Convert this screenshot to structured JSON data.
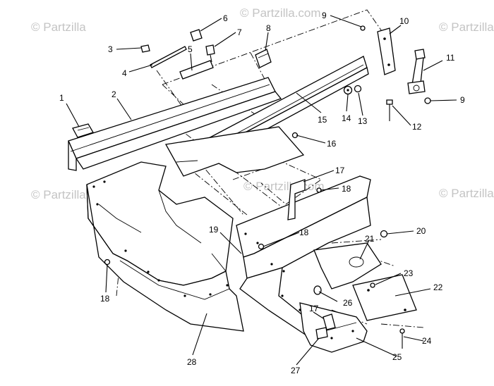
{
  "watermarks": [
    "© Partzilla",
    "© Partzilla.com",
    "© Partzilla.com",
    "© Partzilla.com",
    "© Partzilla.com",
    "© Partzilla.com"
  ],
  "callouts": {
    "c1": "1",
    "c2": "2",
    "c3": "3",
    "c4": "4",
    "c5": "5",
    "c6": "6",
    "c7": "7",
    "c8": "8",
    "c9a": "9",
    "c9b": "9",
    "c10": "10",
    "c11": "11",
    "c12": "12",
    "c13": "13",
    "c14": "14",
    "c15": "15",
    "c16": "16",
    "c17a": "17",
    "c17b": "17",
    "c18a": "18",
    "c18b": "18",
    "c18c": "18",
    "c19": "19",
    "c20": "20",
    "c21": "21",
    "c22": "22",
    "c23": "23",
    "c24": "24",
    "c25": "25",
    "c26": "26",
    "c27": "27",
    "c28": "28"
  }
}
